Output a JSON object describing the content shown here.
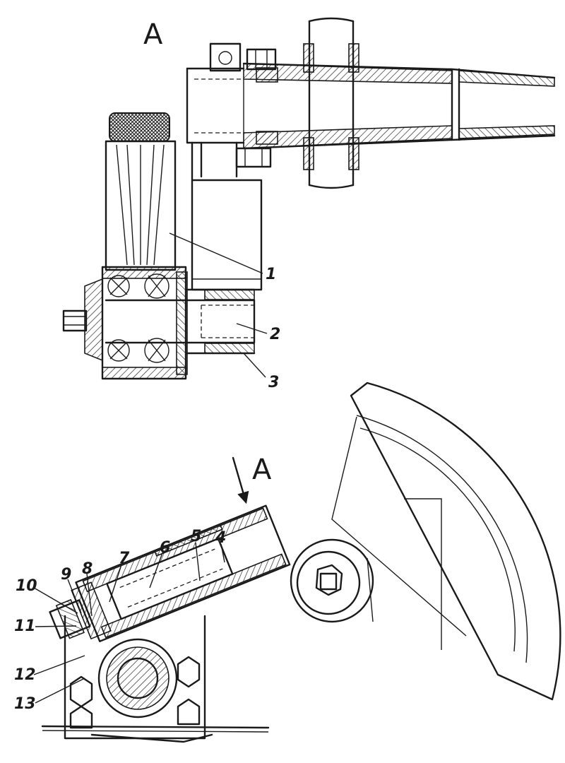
{
  "figure": {
    "view_labels": {
      "top": "A",
      "bottom": "A"
    },
    "callouts": [
      {
        "id": "c1",
        "label": "1"
      },
      {
        "id": "c2",
        "label": "2"
      },
      {
        "id": "c3",
        "label": "3"
      },
      {
        "id": "c4",
        "label": "4"
      },
      {
        "id": "c5",
        "label": "5"
      },
      {
        "id": "c6",
        "label": "6"
      },
      {
        "id": "c7",
        "label": "7"
      },
      {
        "id": "c8",
        "label": "8"
      },
      {
        "id": "c9",
        "label": "9"
      },
      {
        "id": "c10",
        "label": "10"
      },
      {
        "id": "c11",
        "label": "11"
      },
      {
        "id": "c12",
        "label": "12"
      },
      {
        "id": "c13",
        "label": "13"
      }
    ]
  }
}
